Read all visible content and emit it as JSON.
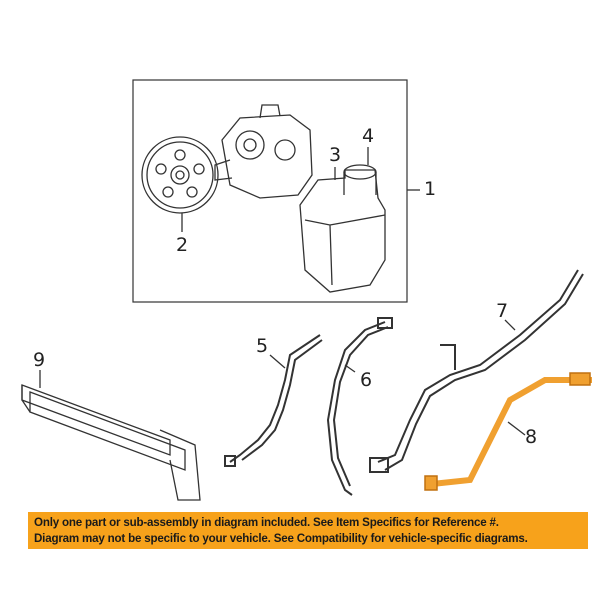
{
  "diagram": {
    "callouts": [
      "1",
      "2",
      "3",
      "4",
      "5",
      "6",
      "7",
      "8",
      "9"
    ],
    "highlight_color": "#f0a030",
    "line_color": "#333333"
  },
  "banner": {
    "line1": "Only one part or sub-assembly in diagram included. See Item Specifics for Reference #.",
    "line2": "Diagram may not be specific to your vehicle. See Compatibility for vehicle-specific diagrams.",
    "color": "#f7a21b"
  }
}
